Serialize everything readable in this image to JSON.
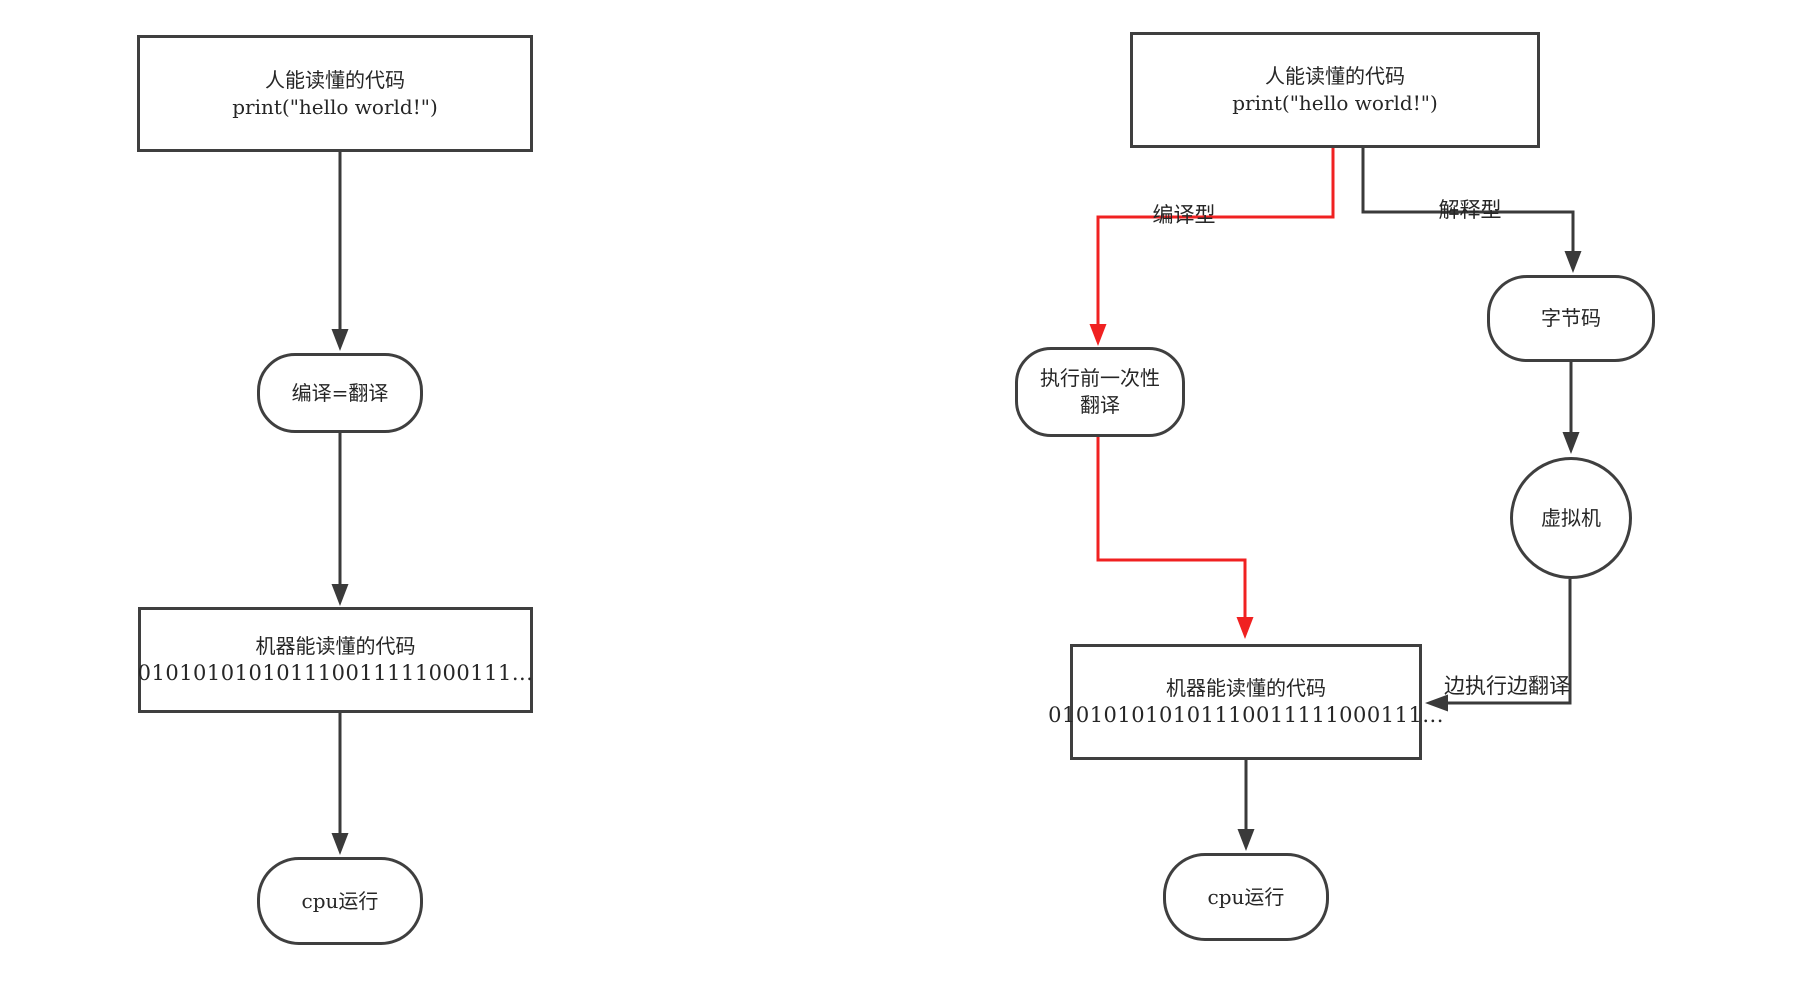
{
  "colors": {
    "line": "#3a3a3a",
    "accent_red": "#f02121",
    "text": "#262626"
  },
  "left": {
    "source": {
      "line1": "人能读懂的代码",
      "line2": "print(\"hello world!\")"
    },
    "compile": {
      "label": "编译=翻译"
    },
    "machine": {
      "line1": "机器能读懂的代码",
      "line2": "010101010101110011111000111..."
    },
    "cpu": {
      "label": "cpu运行"
    }
  },
  "right": {
    "source": {
      "line1": "人能读懂的代码",
      "line2": "print(\"hello world!\")"
    },
    "branch_compiled_label": "编译型",
    "branch_interpreted_label": "解释型",
    "pre_translate": {
      "line1": "执行前一次性",
      "line2": "翻译"
    },
    "bytecode": {
      "label": "字节码"
    },
    "vm": {
      "label": "虚拟机"
    },
    "exec_while_translate_label": "边执行边翻译",
    "machine": {
      "line1": "机器能读懂的代码",
      "line2": "010101010101110011111000111..."
    },
    "cpu": {
      "label": "cpu运行"
    }
  }
}
